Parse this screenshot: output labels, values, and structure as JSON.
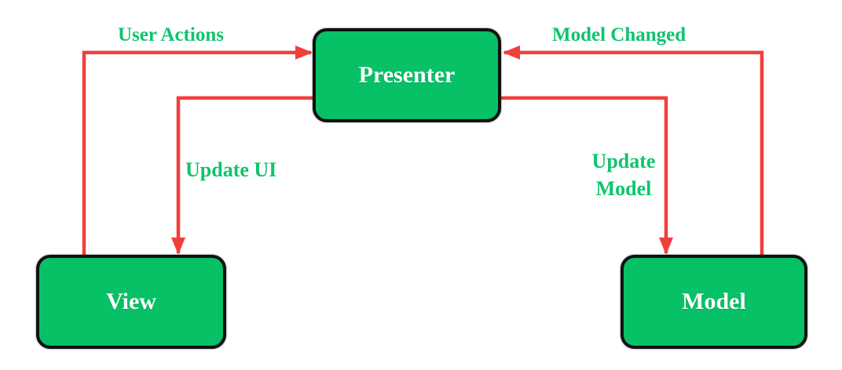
{
  "nodes": {
    "presenter": "Presenter",
    "view": "View",
    "model": "Model"
  },
  "edges": {
    "user_actions": "User Actions",
    "model_changed": "Model Changed",
    "update_ui": "Update UI",
    "update_model": "Update Model"
  },
  "colors": {
    "node_fill": "#07c167",
    "node_border": "#111111",
    "node_text": "#ffffff",
    "edge_label": "#0fc46c",
    "arrow": "#f23f3a",
    "background": "#ffffff"
  }
}
